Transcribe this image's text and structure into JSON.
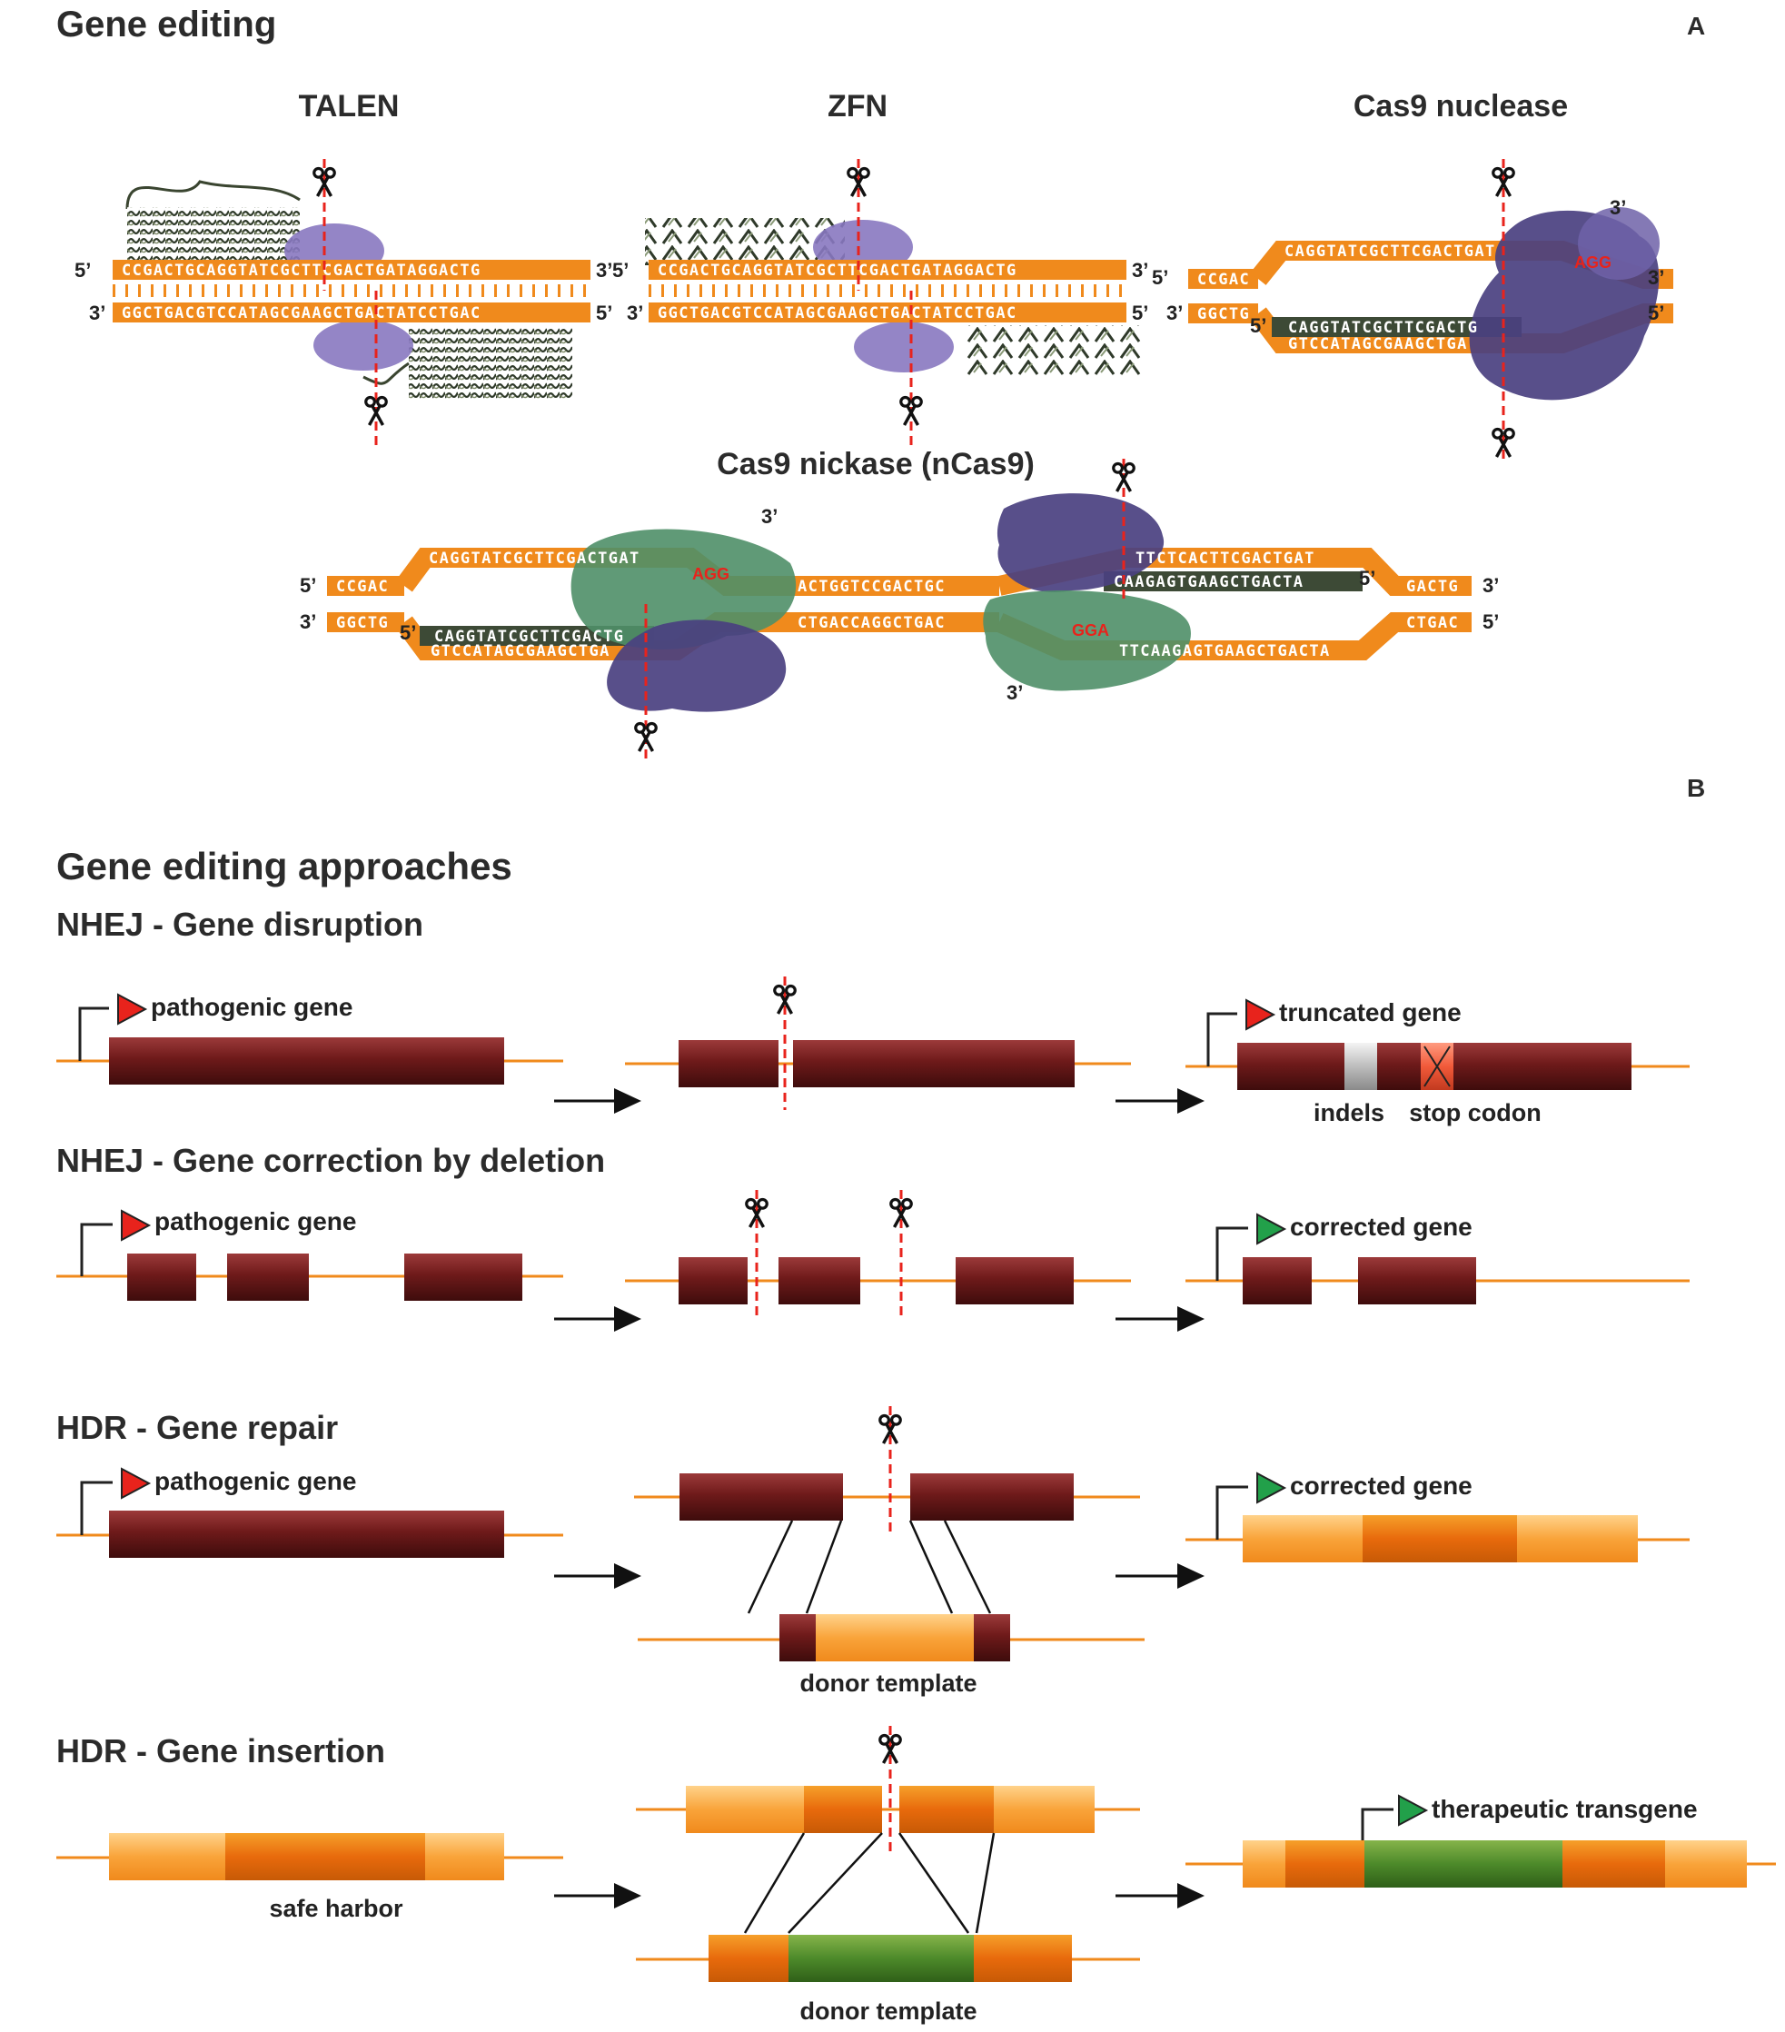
{
  "panel_a": {
    "title": "Gene editing",
    "letter": "A",
    "talen": {
      "label": "TALEN",
      "top_strand": "CCGACTGCAGGTATCGCTTCGACTGATAGGACTG",
      "bottom_strand": "GGCTGACGTCCATAGCGAAGCTGACTATCCTGAC"
    },
    "zfn": {
      "label": "ZFN",
      "top_strand": "CCGACTGCAGGTATCGCTTCGACTGATAGGACTG",
      "bottom_strand": "GGCTGACGTCCATAGCGAAGCTGACTATCCTGAC"
    },
    "cas9": {
      "label": "Cas9 nuclease",
      "left_top": "CCGAC",
      "left_bottom": "GGCTG",
      "loop_top": "CAGGTATCGCTTCGACTGAT",
      "pam": "AGG",
      "guide": "CAGGTATCGCTTCGACTG",
      "loop_bottom": "GTCCATAGCGAAGCTGA"
    },
    "nickase": {
      "label": "Cas9 nickase (nCas9)",
      "left_top": "CCGAC",
      "left_bottom": "GGCTG",
      "loop1_top": "CAGGTATCGCTTCGACTGAT",
      "pam1": "AGG",
      "guide1": "CAGGTATCGCTTCGACTG",
      "loop1_bottom": "GTCCATAGCGAAGCTGA",
      "mid_top": "ACTGGTCCGACTGC",
      "mid_bottom": "CTGACCAGGCTGAC",
      "loop2_top": "TTCTCACTTCGACTGAT",
      "guide2": "CAAGAGTGAAGCTGACTA",
      "pam2": "GGA",
      "loop2_bottom": "TTCAAGAGTGAAGCTGACTA",
      "right_top": "GACTG",
      "right_bottom": "CTGAC"
    },
    "end_5": "5’",
    "end_3": "3’"
  },
  "panel_b": {
    "letter": "B",
    "title": "Gene editing approaches",
    "nhej_disruption": {
      "title": "NHEJ - Gene disruption",
      "gene_label": "pathogenic gene",
      "result_label": "truncated gene",
      "indels": "indels",
      "stop_codon": "stop codon"
    },
    "nhej_deletion": {
      "title": "NHEJ - Gene correction by deletion",
      "gene_label": "pathogenic gene",
      "result_label": "corrected gene"
    },
    "hdr_repair": {
      "title": "HDR - Gene repair",
      "gene_label": "pathogenic gene",
      "donor_label": "donor template",
      "result_label": "corrected gene"
    },
    "hdr_insertion": {
      "title": "HDR - Gene insertion",
      "safe_harbor": "safe harbor",
      "donor_label": "donor template",
      "result_label": "therapeutic transgene"
    }
  },
  "colors": {
    "dna_orange": "#f08a1c",
    "gene_maroon": "#6e1a1a",
    "transgene_green": "#4d8a2a",
    "promoter_red": "#e8231c",
    "promoter_green": "#22a04a",
    "cut_line_red": "#e8231c",
    "talen_purple": "#8878c0",
    "cas9_purple": "#4a4080",
    "nickase_green": "#4f8f68"
  }
}
